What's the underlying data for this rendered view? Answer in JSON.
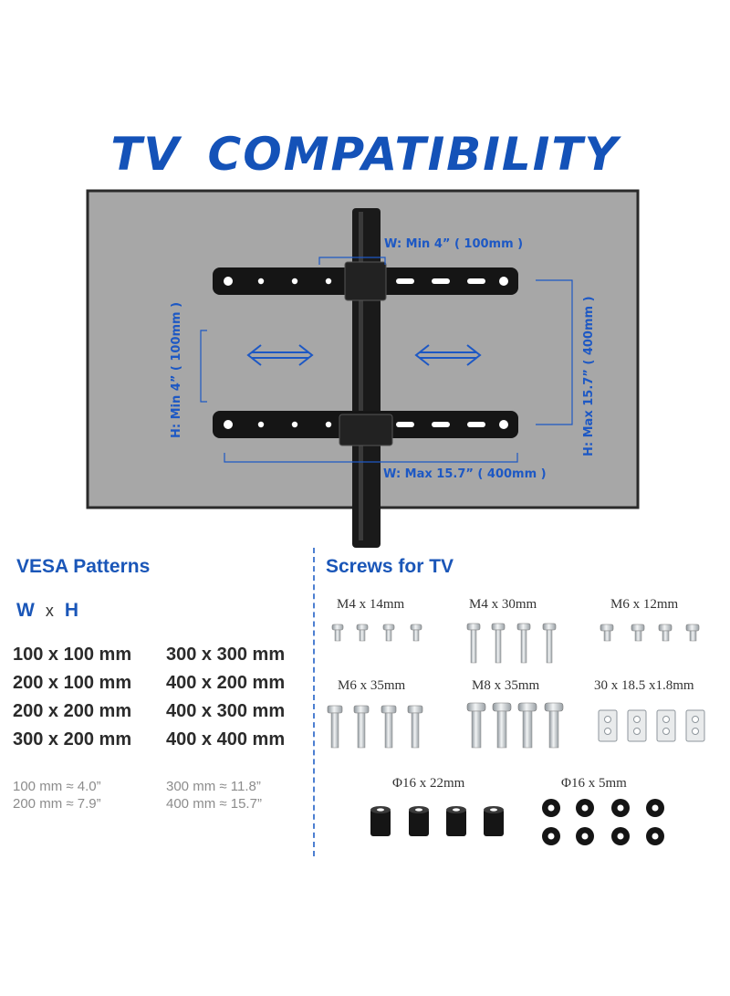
{
  "title": "TV  COMPATIBILITY",
  "diagram": {
    "width_min": "W:  Min  4” ( 100mm )",
    "width_max": "W:  Max  15.7” ( 400mm )",
    "height_min": "H:  Min  4” ( 100mm )",
    "height_max": "H:  Max  15.7” ( 400mm )",
    "colors": {
      "screen": "#a7a7a7",
      "frame": "#2a2a2a",
      "dimension": "#1d58c4"
    }
  },
  "vesa": {
    "title": "VESA Patterns",
    "w": "W",
    "x": "x",
    "h": "H",
    "patterns": [
      [
        "100 x 100 mm",
        "300 x 300 mm"
      ],
      [
        "200 x 100 mm",
        "400 x 200 mm"
      ],
      [
        "200 x 200 mm",
        "400 x 300 mm"
      ],
      [
        "300 x 200 mm",
        "400 x 400 mm"
      ]
    ],
    "conversions": [
      [
        "100 mm ≈   4.0”",
        "300 mm ≈ 11.8”"
      ],
      [
        "200 mm ≈   7.9”",
        "400 mm ≈ 15.7”"
      ]
    ]
  },
  "screws": {
    "title": "Screws for TV",
    "items": [
      {
        "label": "M4 x 14mm",
        "icon": "short-screw-icon"
      },
      {
        "label": "M4 x 30mm",
        "icon": "long-screw-icon"
      },
      {
        "label": "M6 x 12mm",
        "icon": "short-screw-icon"
      },
      {
        "label": "M6 x 35mm",
        "icon": "long-screw-icon"
      },
      {
        "label": "M8 x 35mm",
        "icon": "long-screw-icon"
      },
      {
        "label": "30 x 18.5 x1.8mm",
        "icon": "spacer-plate-icon"
      },
      {
        "label": "Φ16 x 22mm",
        "icon": "spacer-cylinder-icon"
      },
      {
        "label": "Φ16 x 5mm",
        "icon": "washer-icon"
      }
    ]
  }
}
